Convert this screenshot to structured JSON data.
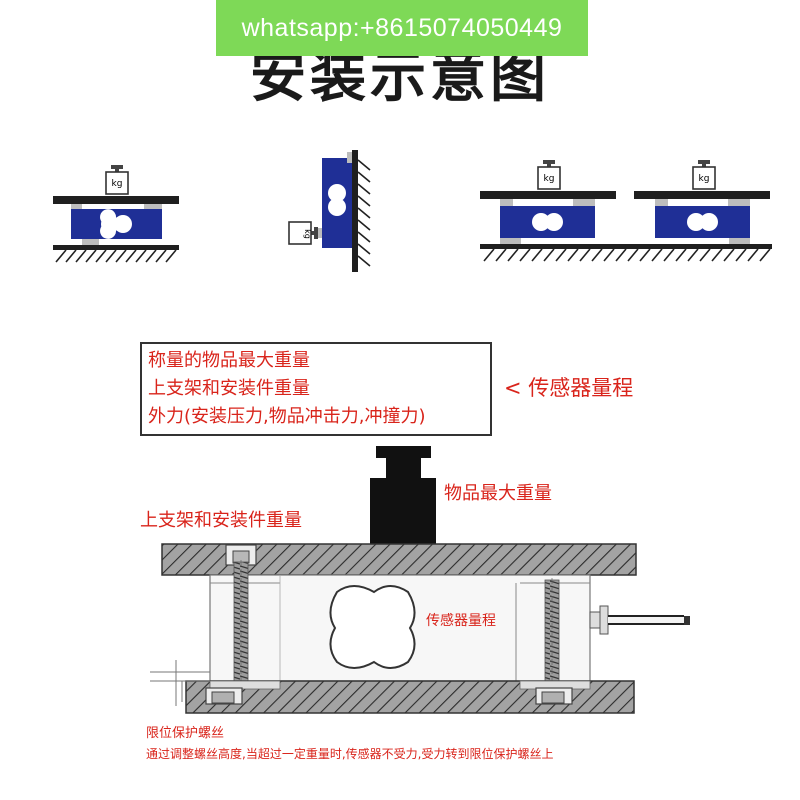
{
  "watermark": {
    "text": "whatsapp:+8615074050449"
  },
  "title": "安装示意图",
  "icons": {
    "weight": "kg-weight-icon",
    "load_cell": "load-cell-icon"
  },
  "weight_label": "kg",
  "range_box": {
    "lines": [
      "称量的物品最大重量",
      "上支架和安装件重量",
      "外力(安装压力,物品冲击力,冲撞力)"
    ]
  },
  "labels": {
    "sensor_range": "< 传感器量程",
    "item_max_weight": "物品最大重量",
    "upper_bracket_weight": "上支架和安装件重量",
    "sensor_range_small": "传感器量程",
    "limit_screw": "限位保护螺丝",
    "note": "通过调整螺丝高度,当超过一定重量时,传感器不受力,受力转到限位保护螺丝上"
  },
  "colors": {
    "watermark_bg": "#7ed957",
    "sensor_blue": "#1f2f96",
    "label_red": "#d9241b",
    "plate_gray": "#9a9a9a"
  }
}
